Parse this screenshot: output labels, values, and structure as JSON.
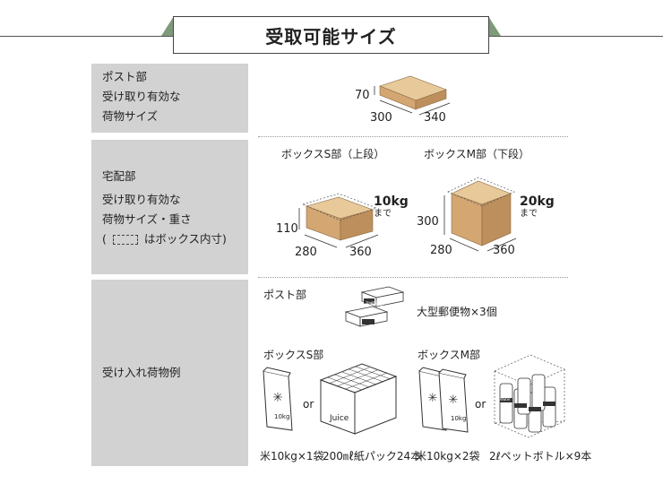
{
  "title": "受取可能サイズ",
  "sections": {
    "post": {
      "label_lines": [
        "ポスト部",
        "受け取り有効な",
        "荷物サイズ"
      ],
      "dims": {
        "h": "70",
        "w": "300",
        "d": "340"
      }
    },
    "takuhai": {
      "label_lines": [
        "宅配部",
        "受け取り有効な",
        "荷物サイズ・重さ"
      ],
      "note_open": "(",
      "note_text": "はボックス内寸)",
      "box_s": {
        "heading": "ボックスS部（上段）",
        "h": "110",
        "w": "280",
        "d": "360",
        "weight": "10kg",
        "weight_sub": "まで"
      },
      "box_m": {
        "heading": "ボックスM部（下段）",
        "h": "300",
        "w": "280",
        "d": "360",
        "weight": "20kg",
        "weight_sub": "まで"
      }
    },
    "examples": {
      "label": "受け入れ荷物例",
      "post_heading": "ポスト部",
      "post_caption": "大型郵便物×3個",
      "mail_text": "大型郵便物",
      "s_heading": "ボックスS部",
      "m_heading": "ボックスM部",
      "or": "or",
      "rice_text": "10kg",
      "juice_text": "Juice",
      "bottle_text": "Water",
      "captions": [
        "米10kg×1袋",
        "200㎖紙パック24本",
        "米10kg×2袋",
        "2ℓペットボトル×9本"
      ]
    }
  },
  "colors": {
    "accent": "#7f9a78",
    "label_bg": "#d2d2d2",
    "box_top": "#e8c99a",
    "box_front": "#d3a672",
    "box_side": "#bd8f5c"
  }
}
